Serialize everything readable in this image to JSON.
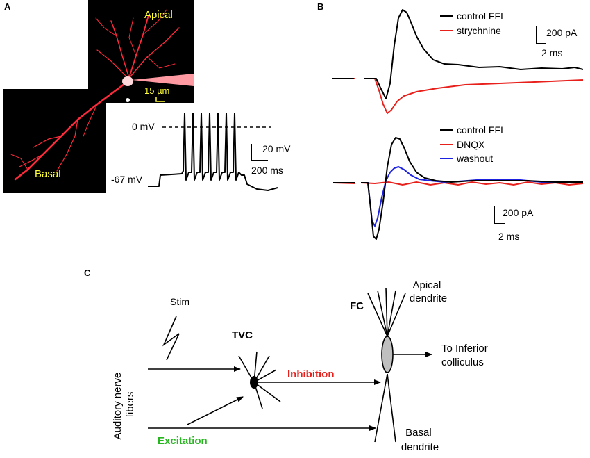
{
  "panels": {
    "a": "A",
    "b": "B",
    "c": "C"
  },
  "panel_a": {
    "apical_label": "Apical",
    "basal_label": "Basal",
    "scale_label": "15 µm",
    "zero_mv_label": "0 mV",
    "rest_mv_label": "-67 mV",
    "scale_v_label": "20 mV",
    "scale_t_label": "200 ms",
    "image_colors": {
      "background": "#000000",
      "cell": "#ff2a3a",
      "label": "#ffff33"
    }
  },
  "panel_b_top": {
    "legend": [
      {
        "label": "control FFI",
        "color": "#000000"
      },
      {
        "label": "strychnine",
        "color": "#e8201c"
      }
    ],
    "scale_current": "200 pA",
    "scale_time": "2 ms"
  },
  "panel_b_bottom": {
    "legend": [
      {
        "label": "control FFI",
        "color": "#000000"
      },
      {
        "label": "DNQX",
        "color": "#e8201c"
      },
      {
        "label": "washout",
        "color": "#1c22e0"
      }
    ],
    "scale_current": "200 pA",
    "scale_time": "2 ms"
  },
  "panel_c": {
    "stim": "Stim",
    "tvc": "TVC",
    "fc": "FC",
    "apical": [
      "Apical",
      "dendrite"
    ],
    "basal": [
      "Basal",
      "dendrite"
    ],
    "target": [
      "To Inferior",
      "colliculus"
    ],
    "inhibition": "Inhibition",
    "excitation": "Excitation",
    "input": [
      "Auditory nerve",
      "fibers"
    ],
    "colors": {
      "inhibition": "#e8201c",
      "excitation": "#27b520",
      "fc_body": "#bfbfbf"
    }
  }
}
